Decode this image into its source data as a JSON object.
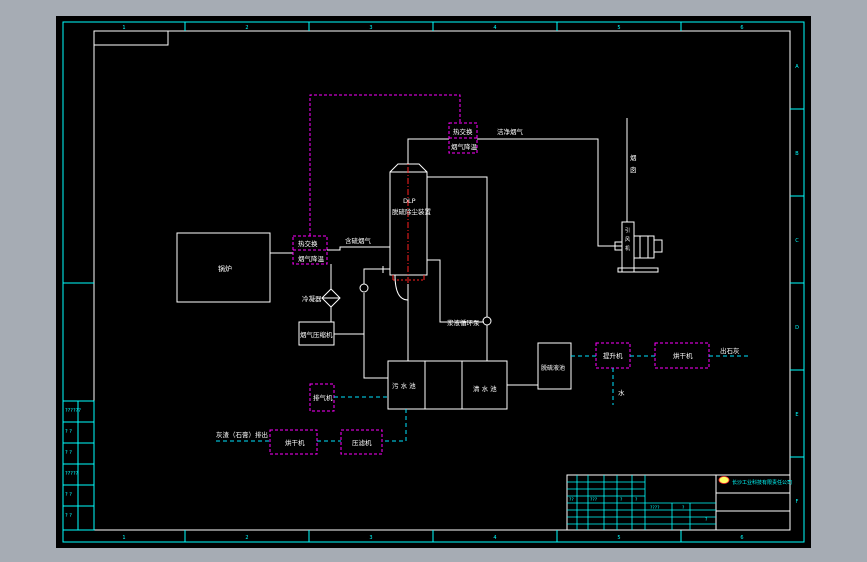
{
  "colors": {
    "frame": "#00ffff",
    "magenta": "#ff00ff",
    "white": "#ffffff",
    "cyan": "#00e5ff",
    "red": "#ff2020",
    "background": "#000000",
    "outer": "#a6acb4"
  },
  "border": {
    "top_zones": [
      "1",
      "2",
      "3",
      "4",
      "5",
      "6"
    ],
    "bottom_zones": [
      "1",
      "2",
      "3",
      "4",
      "5",
      "6"
    ],
    "right_zones": [
      "A",
      "B",
      "C",
      "D",
      "E",
      "F"
    ]
  },
  "labels": {
    "boiler": "锅炉",
    "hx1_top": "热交换",
    "hx1_bottom": "烟气降温",
    "sulfur_gas": "含硫烟气",
    "hx2_top": "热交换",
    "hx2_bottom": "烟气降温",
    "clean_gas": "洁净烟气",
    "absorber_code": "DLP",
    "absorber_name": "脱硫除尘装置",
    "chimney_1": "烟",
    "chimney_2": "囱",
    "fan_v1": "引",
    "fan_v2": "风",
    "fan_v3": "机",
    "cooler": "冷凝器",
    "compressor": "烟气压缩机",
    "circ_pump": "浆液循环泵",
    "sewage_tank": "污 水 池",
    "clear_tank": "清 水 池",
    "dewater_tank": "脱硫液池",
    "filter_press": "提升机",
    "dryer_right": "烘干机",
    "gypsum_out": "出石灰",
    "water_down": "水",
    "vent": "排气机",
    "lime_in": "灰渣（石膏）排出",
    "dryer_left": "烘干机",
    "press": "压滤机",
    "company": "长沙工业科技有限责任公司"
  },
  "title_block": {
    "cells": [
      "??",
      "???",
      "?",
      "?",
      "????",
      "?",
      "?"
    ]
  },
  "left_strip": {
    "rows": [
      "??????",
      "? ?",
      "? ?",
      "?????",
      "? ?",
      "? ?"
    ]
  }
}
